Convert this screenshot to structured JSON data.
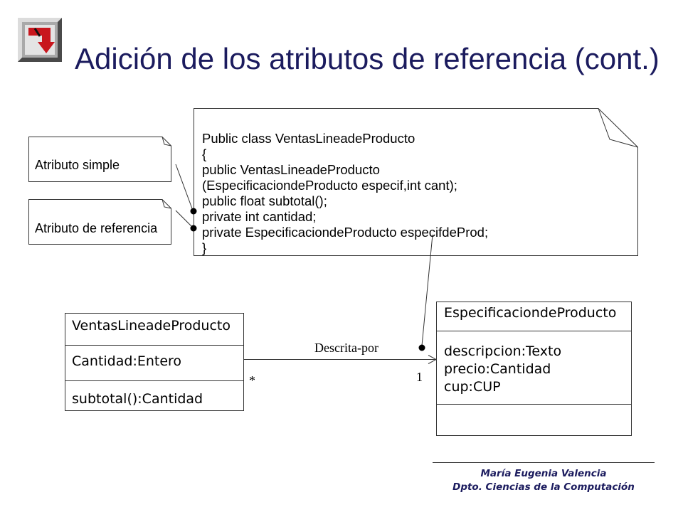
{
  "slide": {
    "title": "Adición de los atributos de referencia (cont.)",
    "logo": {
      "icon": "logo-icon"
    }
  },
  "notes": {
    "simple_attribute": "Atributo simple",
    "reference_attribute": "Atributo de referencia",
    "code_lines": [
      "Public class VentasLineadeProducto",
      "{",
      "public VentasLineadeProducto",
      "(EspecificaciondeProducto especif,int cant);",
      "public float subtotal();",
      "private int cantidad;",
      "private EspecificaciondeProducto especifdeProd;",
      "}"
    ]
  },
  "classes": {
    "ventas": {
      "name": "VentasLineadeProducto",
      "attributes": [
        "Cantidad:Entero"
      ],
      "methods": [
        "subtotal():Cantidad"
      ]
    },
    "especificacion": {
      "name": "EspecificaciondeProducto",
      "attributes": [
        "descripcion:Texto",
        "precio:Cantidad",
        "cup:CUP"
      ],
      "methods": []
    }
  },
  "association": {
    "label": "Descrita-por",
    "multiplicity_source": "*",
    "multiplicity_target": "1"
  },
  "footer": {
    "author": "María Eugenia Valencia",
    "department": "Dpto. Ciencias de la Computación"
  },
  "colors": {
    "title": "#1b1b5e",
    "footer": "#1b1b5e",
    "stroke": "#333333",
    "logo_red": "#c8161d"
  }
}
